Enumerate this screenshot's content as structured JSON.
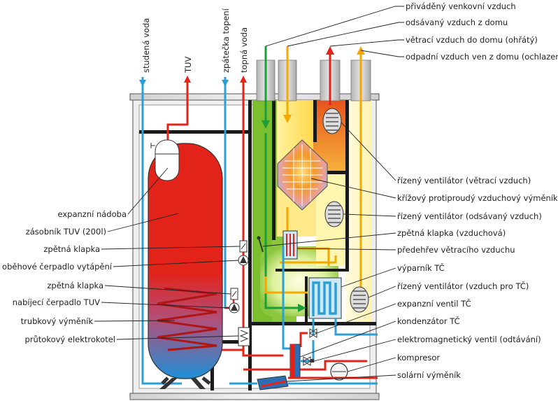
{
  "top_labels": {
    "supply_air_in": "přiváděný venkovní vzduch",
    "extract_air": "odsávaný vzduch z domu",
    "vent_air_home": "větrací vzduch do domu (ohřátý)",
    "exhaust_air_out": "odpadní vzduch ven z domu (ochlazený)"
  },
  "pipe_labels": {
    "cold_water": "studená voda",
    "tuv": "TUV",
    "heating_return": "zpátečka topení",
    "heating_water": "topná voda"
  },
  "left_labels": {
    "expansion_vessel": "expanzní nádoba",
    "tank": "zásobník TUV (200l)",
    "check_valve_1": "zpětná klapka",
    "circ_pump": "oběhové čerpadlo vytápění",
    "check_valve_2": "zpětná klapka",
    "charge_pump": "nabíjecí čerpadlo TUV",
    "coil_exchanger": "trubkový výměník",
    "flow_heater": "průtokový elektrokotel"
  },
  "right_labels": {
    "fan_vent": "řízený ventilátor (větrací vzduch)",
    "cross_exchanger": "křížový protiproudý vzduchový výměník",
    "fan_extract": "řízený ventilátor (odsávaný vzduch)",
    "air_damper": "zpětná klapka (vzduchová)",
    "preheater": "předehřev větracího vzduchu",
    "evaporator": "výparník TČ",
    "fan_hp": "řízený ventilátor (vzduch pro TČ)",
    "expansion_valve": "expanzní ventil TČ",
    "condenser": "kondenzátor TČ",
    "solenoid_valve": "elektromagnetický ventil (odtávání)",
    "compressor": "kompresor",
    "solar_exchanger": "solární výměník"
  },
  "colors": {
    "hot": "#e2231a",
    "cold": "#2a9fd8",
    "fresh_air": "#3aa935",
    "warm_air": "#f5a800",
    "casing": "#1a1a1a",
    "panel": "#d9d9d9"
  }
}
